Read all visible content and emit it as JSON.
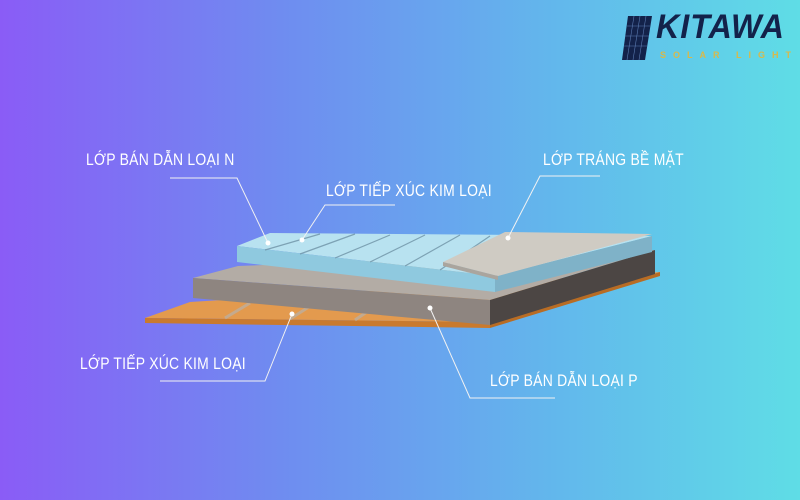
{
  "brand": {
    "name": "KITAWA",
    "tagline": "SOLAR LIGHT"
  },
  "labels": {
    "n_layer": "LỚP BÁN DẪN LOẠI N",
    "top_contact": "LỚP TIẾP XÚC KIM LOẠI",
    "coating": "LỚP TRÁNG BỀ MẶT",
    "bottom_contact": "LỚP TIẾP XÚC KIM LOẠI",
    "p_layer": "LỚP BÁN DẪN LOẠI P"
  },
  "colors": {
    "orange_contact": "#e39a4e",
    "p_layer": "#8e8580",
    "n_layer": "#a9d8ea",
    "coating": "#c9c6bf",
    "brand": "#13224a"
  }
}
